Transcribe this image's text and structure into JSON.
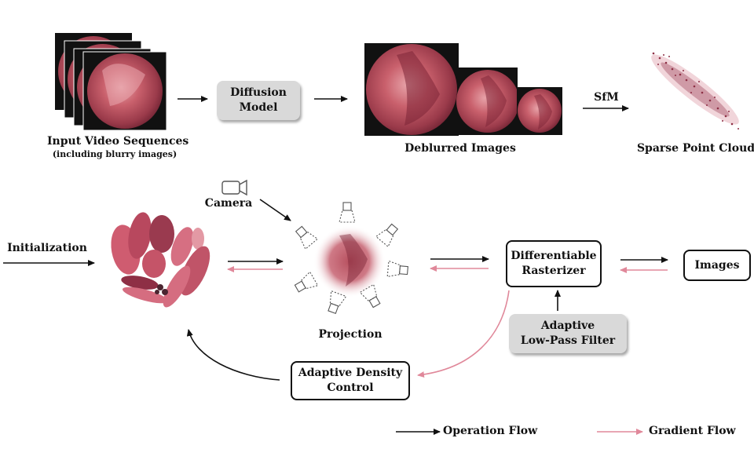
{
  "top": {
    "input_label": "Input Video Sequences",
    "input_sublabel": "(including blurry images)",
    "diffusion_box": "Diffusion\nModel",
    "deblurred_label": "Deblurred Images",
    "sfm_label": "SfM",
    "sparse_label": "Sparse Point Cloud"
  },
  "bottom": {
    "camera_label": "Camera",
    "initialization_label": "Initialization",
    "projection_label": "Projection",
    "rasterizer_box": "Differentiable\nRasterizer",
    "images_box": "Images",
    "lowpass_box": "Adaptive\nLow-Pass Filter",
    "density_box": "Adaptive Density\nControl"
  },
  "legend": {
    "operation": "Operation Flow",
    "gradient": "Gradient Flow"
  },
  "colors": {
    "operation": "#111111",
    "gradient": "#e0889a",
    "tissue": "#c9576b",
    "tissue_dark": "#8e2f45",
    "gaussian": "#c05468",
    "box_fill": "#d9d9d9"
  }
}
